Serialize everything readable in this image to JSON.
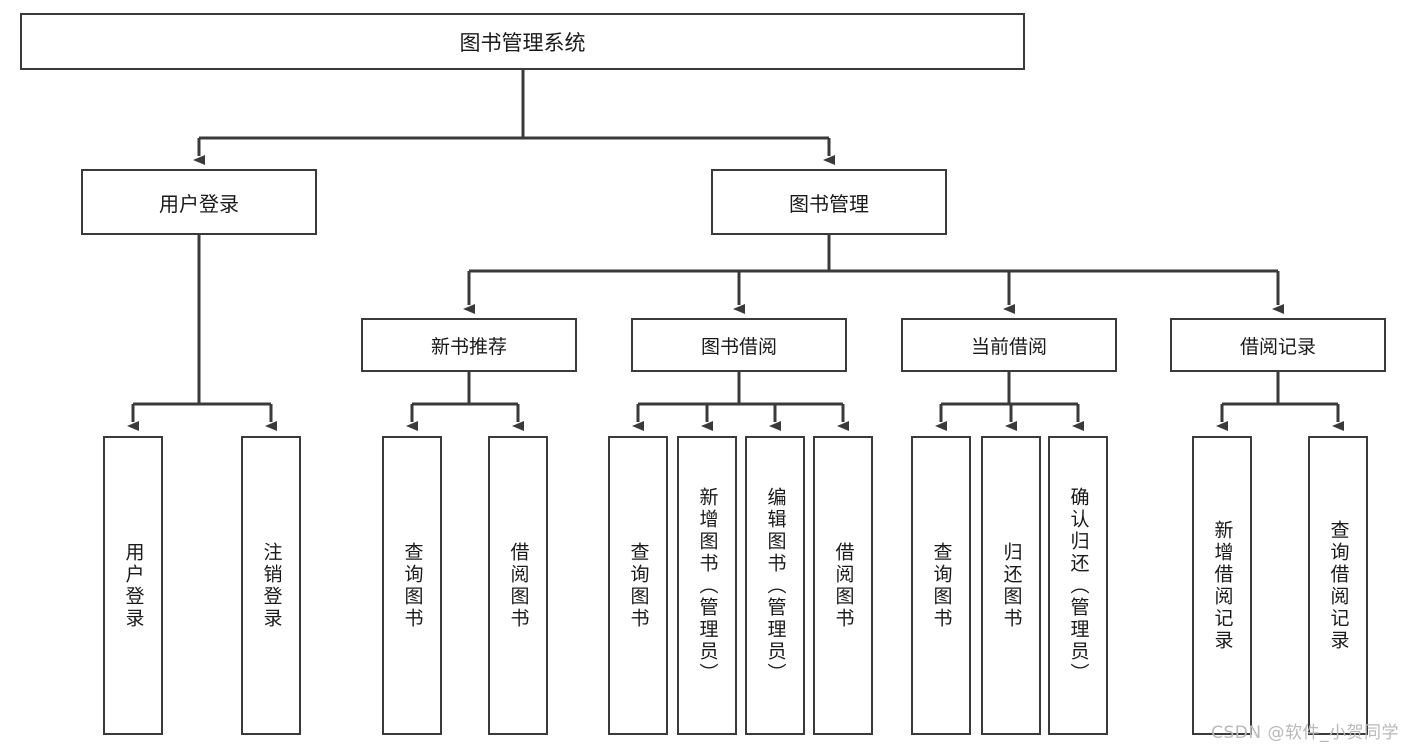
{
  "diagram": {
    "title": "图书管理系统",
    "type": "tree",
    "root": {
      "id": "root",
      "label": "图书管理系统"
    },
    "level2": [
      {
        "id": "user-login",
        "label": "用户登录"
      },
      {
        "id": "book-management",
        "label": "图书管理"
      }
    ],
    "level3": [
      {
        "id": "new-book-recommend",
        "label": "新书推荐"
      },
      {
        "id": "book-borrow",
        "label": "图书借阅"
      },
      {
        "id": "current-borrow",
        "label": "当前借阅"
      },
      {
        "id": "borrow-record",
        "label": "借阅记录"
      }
    ],
    "leaves": {
      "user_login": [
        {
          "id": "leaf-user-login",
          "label": "用户登录"
        },
        {
          "id": "leaf-logout-login",
          "label": "注销登录"
        }
      ],
      "new_book_recommend": [
        {
          "id": "leaf-query-book-1",
          "label": "查询图书"
        },
        {
          "id": "leaf-borrow-book-1",
          "label": "借阅图书"
        }
      ],
      "book_borrow": [
        {
          "id": "leaf-query-book-2",
          "label": "查询图书"
        },
        {
          "id": "leaf-add-book",
          "label": "新增图书（管理员）"
        },
        {
          "id": "leaf-edit-book",
          "label": "编辑图书（管理员）"
        },
        {
          "id": "leaf-borrow-book-2",
          "label": "借阅图书"
        }
      ],
      "current_borrow": [
        {
          "id": "leaf-query-book-3",
          "label": "查询图书"
        },
        {
          "id": "leaf-return-book",
          "label": "归还图书"
        },
        {
          "id": "leaf-confirm-return",
          "label": "确认归还（管理员）"
        }
      ],
      "borrow_record": [
        {
          "id": "leaf-add-record",
          "label": "新增借阅记录"
        },
        {
          "id": "leaf-query-record",
          "label": "查询借阅记录"
        }
      ]
    },
    "colors": {
      "stroke": "#3a3a3a",
      "fill": "#ffffff",
      "text": "#1a1a1a",
      "watermark": "#b9b9b9"
    }
  },
  "watermark": {
    "text": "CSDN @软件_小贺同学"
  }
}
